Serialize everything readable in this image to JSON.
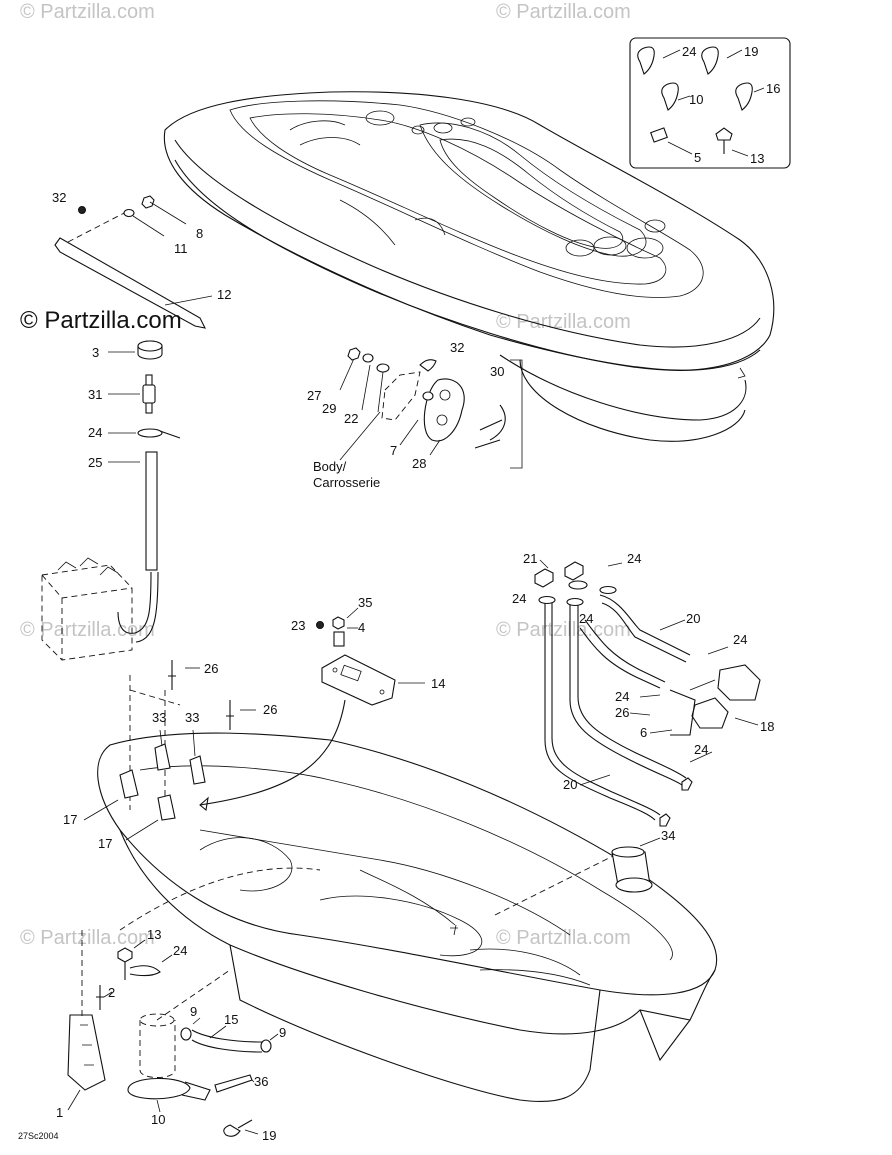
{
  "watermarks": {
    "main": "© Partzilla.com",
    "faint": "© Partzilla.com"
  },
  "labels": {
    "body": "Body/",
    "body2": "Carrosserie",
    "drawing_code": "27Sc2004"
  },
  "callouts": {
    "c1": "1",
    "c2": "2",
    "c3": "3",
    "c4": "4",
    "c5": "5",
    "c6": "6",
    "c7": "7",
    "c8": "8",
    "c9a": "9",
    "c9b": "9",
    "c10a": "10",
    "c10b": "10",
    "c11": "11",
    "c12": "12",
    "c13a": "13",
    "c13b": "13",
    "c14": "14",
    "c15": "15",
    "c16": "16",
    "c17a": "17",
    "c17b": "17",
    "c18": "18",
    "c19a": "19",
    "c19b": "19",
    "c20a": "20",
    "c20b": "20",
    "c21": "21",
    "c22": "22",
    "c23": "23",
    "c24a": "24",
    "c24b": "24",
    "c24c": "24",
    "c24d": "24",
    "c24e": "24",
    "c24f": "24",
    "c24g": "24",
    "c24h": "24",
    "c24i": "24",
    "c25": "25",
    "c26a": "26",
    "c26b": "26",
    "c26c": "26",
    "c27": "27",
    "c28": "28",
    "c29": "29",
    "c30": "30",
    "c31": "31",
    "c32a": "32",
    "c32b": "32",
    "c33a": "33",
    "c33b": "33",
    "c34": "34",
    "c35": "35",
    "c36": "36"
  }
}
